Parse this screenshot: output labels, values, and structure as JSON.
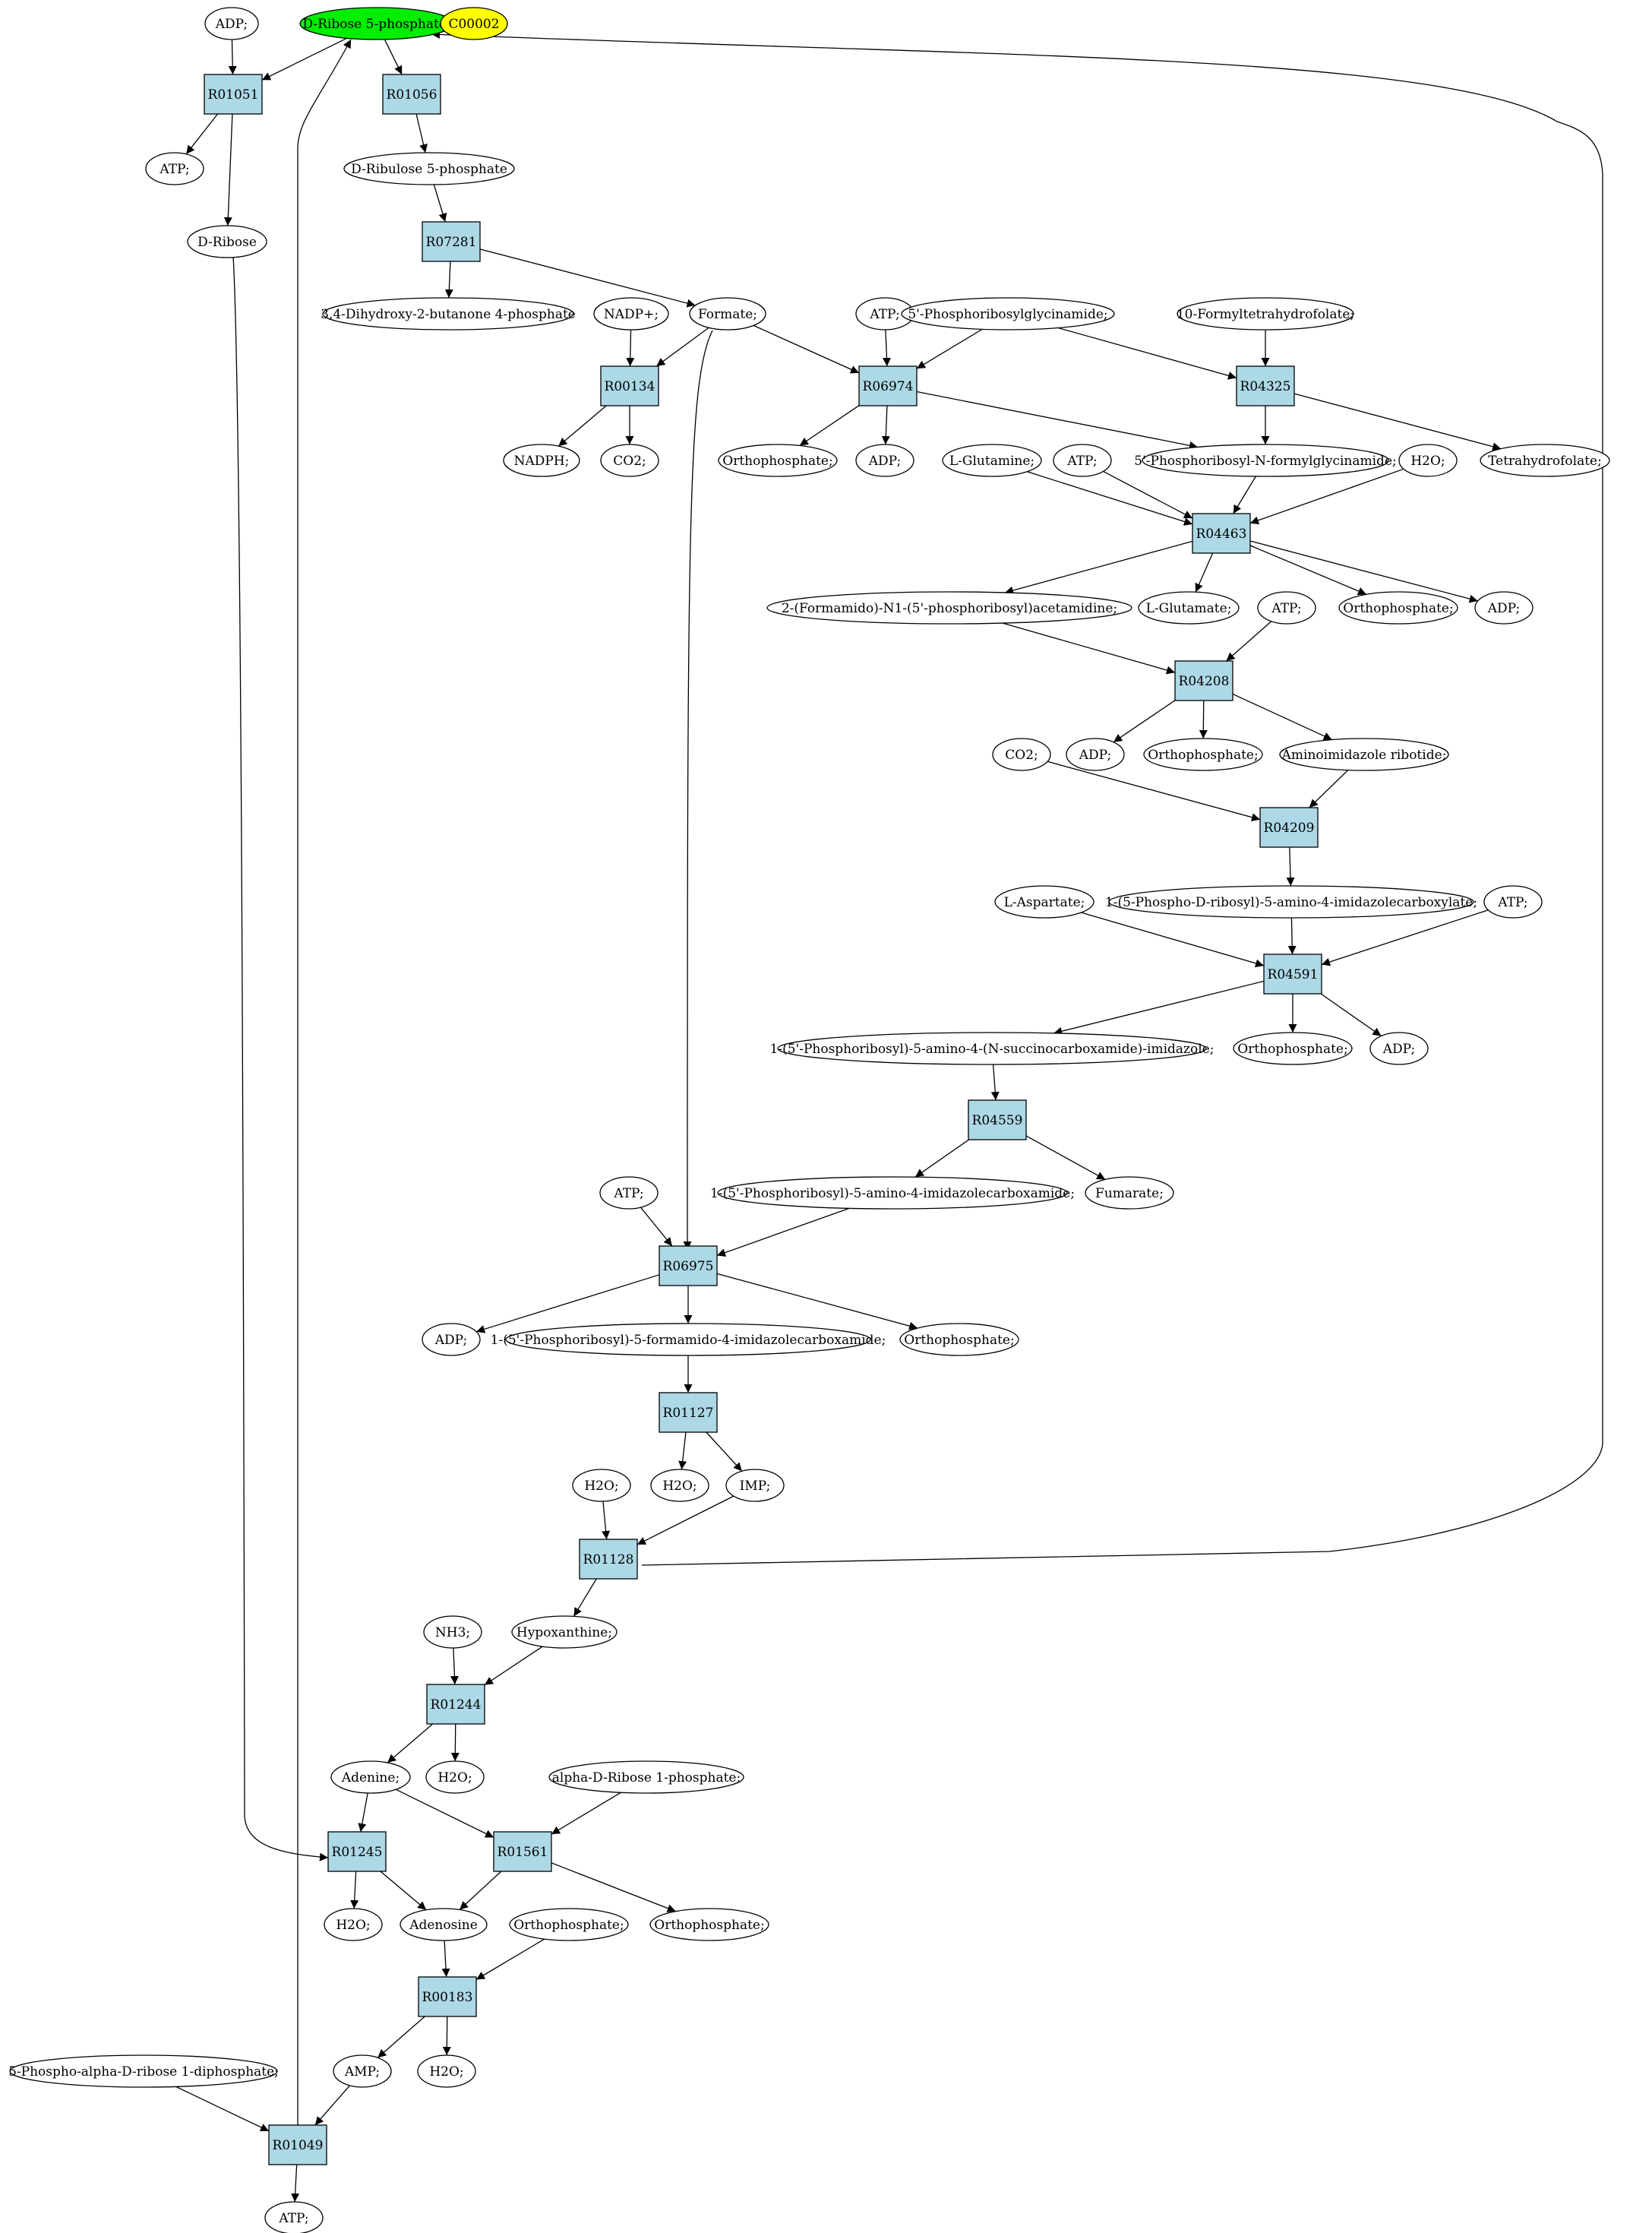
{
  "colors": {
    "start": "#00ee00",
    "legend": "#ffff00",
    "reaction": "#add8e6"
  },
  "nodes": {
    "r5p": "D-Ribose 5-phosphate;",
    "c00002": "C00002",
    "adp_top": "ADP;",
    "r01051": "R01051",
    "r01056": "R01056",
    "atp_r01051": "ATP;",
    "ribulose": "D-Ribulose 5-phosphate",
    "d_ribose": "D-Ribose",
    "r07281": "R07281",
    "butanone": "3,4-Dihydroxy-2-butanone 4-phosphate",
    "nadp": "NADP+;",
    "formate": "Formate;",
    "atp_r06974": "ATP;",
    "gar": "5'-Phosphoribosylglycinamide;",
    "fthf": "10-Formyltetrahydrofolate;",
    "r00134": "R00134",
    "r06974": "R06974",
    "r04325": "R04325",
    "nadph": "NADPH;",
    "co2_r00134": "CO2;",
    "ortho_r06974": "Orthophosphate;",
    "adp_r06974": "ADP;",
    "lglutamine": "L-Glutamine;",
    "atp_r04463": "ATP;",
    "fgar": "5'-Phosphoribosyl-N-formylglycinamide;",
    "h2o_r04463": "H2O;",
    "thf": "Tetrahydrofolate;",
    "r04463": "R04463",
    "fgam": "2-(Formamido)-N1-(5'-phosphoribosyl)acetamidine;",
    "lglutamate": "L-Glutamate;",
    "atp_r04208": "ATP;",
    "ortho_r04463": "Orthophosphate;",
    "adp_r04463": "ADP;",
    "r04208": "R04208",
    "co2_r04209": "CO2;",
    "adp_r04208": "ADP;",
    "ortho_r04208": "Orthophosphate;",
    "air": "Aminoimidazole ribotide;",
    "r04209": "R04209",
    "laspartate": "L-Aspartate;",
    "cair": "1-(5-Phospho-D-ribosyl)-5-amino-4-imidazolecarboxylate;",
    "atp_r04591": "ATP;",
    "r04591": "R04591",
    "saicar": "1-(5'-Phosphoribosyl)-5-amino-4-(N-succinocarboxamide)-imidazole;",
    "ortho_r04591": "Orthophosphate;",
    "adp_r04591": "ADP;",
    "r04559": "R04559",
    "atp_r06975": "ATP;",
    "aicar": "1-(5'-Phosphoribosyl)-5-amino-4-imidazolecarboxamide;",
    "fumarate": "Fumarate;",
    "r06975": "R06975",
    "adp_r06975": "ADP;",
    "faicar": "1-(5'-Phosphoribosyl)-5-formamido-4-imidazolecarboxamide;",
    "ortho_r06975": "Orthophosphate;",
    "r01127": "R01127",
    "h2o_r01128": "H2O;",
    "h2o_r01127": "H2O;",
    "imp": "IMP;",
    "r01128": "R01128",
    "nh3": "NH3;",
    "hypoxanthine": "Hypoxanthine;",
    "r01244": "R01244",
    "adenine": "Adenine;",
    "h2o_r01244": "H2O;",
    "ar1p": "alpha-D-Ribose 1-phosphate;",
    "r01245": "R01245",
    "r01561": "R01561",
    "h2o_r01245": "H2O;",
    "adenosine": "Adenosine",
    "ortho_r00183": "Orthophosphate;",
    "ortho_r01561": "Orthophosphate;",
    "r00183": "R00183",
    "prpp": "5-Phospho-alpha-D-ribose 1-diphosphate;",
    "amp": "AMP;",
    "h2o_r00183": "H2O;",
    "r01049": "R01049",
    "atp_r01049": "ATP;"
  }
}
